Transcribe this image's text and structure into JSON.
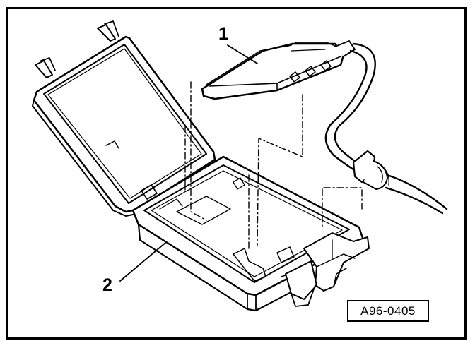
{
  "diagram": {
    "callouts": [
      {
        "label": "1"
      },
      {
        "label": "2"
      }
    ],
    "figure_id": "A96-0405"
  }
}
